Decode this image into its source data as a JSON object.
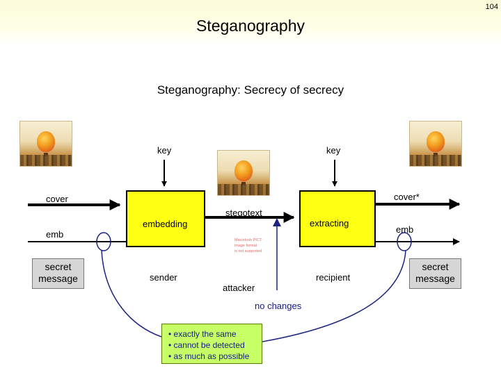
{
  "page_number": "104",
  "title": "Steganography",
  "subtitle": "Steganography: Secrecy of secrecy",
  "labels": {
    "key_left": "key",
    "key_right": "key",
    "cover": "cover",
    "cover_star": "cover*",
    "emb_left": "emb",
    "emb_right": "emb",
    "stegotext": "stegotext",
    "embedding": "embedding",
    "extracting": "extracting",
    "sender": "sender",
    "recipient": "recipient",
    "attacker": "attacker",
    "no_changes": "no changes",
    "secret_message_left": "secret message",
    "secret_message_right": "secret message"
  },
  "stegotext_note": [
    "Macintosh PICT",
    "image format",
    "is not supported"
  ],
  "bullets": [
    "• exactly the same",
    "• cannot be detected",
    "• as much as possible"
  ],
  "photo_icons": [
    "balloon-photo-icon",
    "balloon-photo-icon",
    "balloon-photo-icon"
  ],
  "colors": {
    "box_fill": "#ffff14",
    "green_box": "#c6ff66",
    "curve": "#1a237e",
    "secret_box": "#d6d6d6"
  }
}
